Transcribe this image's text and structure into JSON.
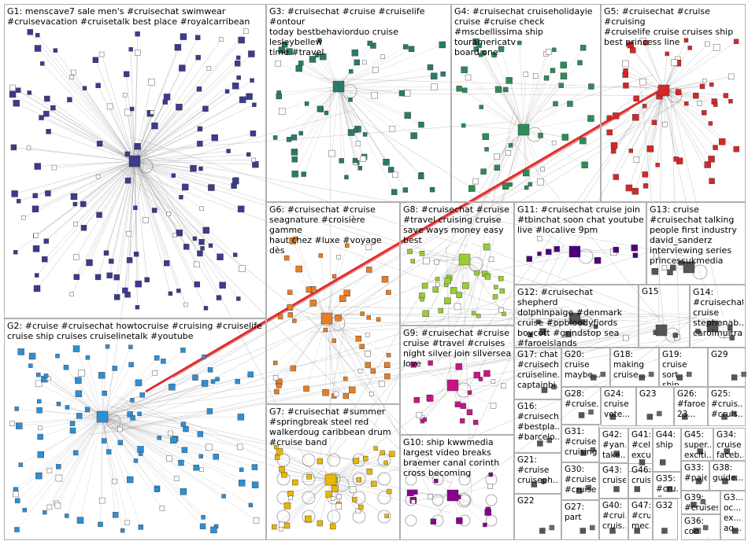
{
  "groups": [
    {
      "id": "G1",
      "label": "G1: menscave7 sale men's #cruisechat swimwear\n#cruisevacation #cruisetalk best place #royalcarribean",
      "color": "#3b3b8f"
    },
    {
      "id": "G2",
      "label": "G2: #cruise #cruisechat howtocruise #cruising #cruiselife\ncruise ship cruises cruiselinetalk #youtube",
      "color": "#2d8fd5"
    },
    {
      "id": "G3",
      "label": "G3: #cruisechat #cruise #cruiselife #ontour\ntoday bestbehaviorduo cruise lesleybellew\ntime #travel",
      "color": "#2a7a6a"
    },
    {
      "id": "G4",
      "label": "G4: #cruisechat cruiseholidayie\ncruise #cruise check\n#mscbellissima ship touramericatv\nboard one",
      "color": "#2e8b57"
    },
    {
      "id": "G5",
      "label": "G5: #cruisechat #cruise #cruising\n#cruiselife cruise cruises ship\nbest princess line",
      "color": "#d62728"
    },
    {
      "id": "G6",
      "label": "G6: #cruisechat #cruise\nseagnature #croisière gamme\nhaut chez #luxe #voyage dès",
      "color": "#e67e22"
    },
    {
      "id": "G7",
      "label": "G7: #cruisechat #summer\n#springbreak steel red\nwalkerdoug caribbean drum\n#cruise band",
      "color": "#e6b800"
    },
    {
      "id": "G8",
      "label": "G8: #cruisechat #cruise\n#travel cruising cruise\nsave ways money easy\nbest",
      "color": "#9acd32"
    },
    {
      "id": "G9",
      "label": "G9: #cruisechat #cruise\ncruise #travel #cruises\nnight silver join silversea\nlove",
      "color": "#c71585"
    },
    {
      "id": "G10",
      "label": "G10: ship kwwmedia\nlargest video breaks\nbraemer canal corinth\ncross becoming",
      "color": "#8b008b"
    },
    {
      "id": "G11",
      "label": "G11: #cruisechat cruise join\n#tbinchat soon chat youtube\nlive #localive 9pm",
      "color": "#4b0082"
    },
    {
      "id": "G12",
      "label": "G12: #cruisechat shepherd\ndolphinpaige #denmark\ncruise #opbloodyfjords\nboycott #grindstop sea\n#faroeislands",
      "color": "#555555"
    },
    {
      "id": "G13",
      "label": "G13: cruise\n#cruisechat talking\npeople first industry\ndavid_sanderz\ninterviewing series\nprincessukmedia",
      "color": "#555555"
    },
    {
      "id": "G14",
      "label": "G14:\n#cruisechat\ncruise\nstephenab...\ncarolmultra...",
      "color": "#555555"
    },
    {
      "id": "G15",
      "label": "G15",
      "color": "#555555"
    },
    {
      "id": "G16",
      "label": "G16:\n#cruisech...\n#bestpla...\n#barcelo...",
      "color": "#555555"
    },
    {
      "id": "G17",
      "label": "G17: chat\n#cruisech...\ncruiseline...\ncaptainbi...",
      "color": "#555555"
    },
    {
      "id": "G18",
      "label": "G18:\nmaking\ncruise...",
      "color": "#555555"
    },
    {
      "id": "G19",
      "label": "G19:\ncruise sort\nship...",
      "color": "#555555"
    },
    {
      "id": "G20",
      "label": "G20:\ncruise\nmaybe...",
      "color": "#555555"
    },
    {
      "id": "G21",
      "label": "G21:\n#cruise\ncruiseph...",
      "color": "#555555"
    },
    {
      "id": "G22",
      "label": "G22",
      "color": "#555555"
    },
    {
      "id": "G23",
      "label": "G23",
      "color": "#555555"
    },
    {
      "id": "G24",
      "label": "G24:\ncruise\nvote...",
      "color": "#555555"
    },
    {
      "id": "G25",
      "label": "G25:\n#cruis...\n#cruis...",
      "color": "#555555"
    },
    {
      "id": "G26",
      "label": "G26:\n#faroei...\n23...",
      "color": "#555555"
    },
    {
      "id": "G27",
      "label": "G27:\npart",
      "color": "#555555"
    },
    {
      "id": "G28",
      "label": "G28:\n#cruise...",
      "color": "#555555"
    },
    {
      "id": "G29",
      "label": "G29",
      "color": "#555555"
    },
    {
      "id": "G30",
      "label": "G30:\n#cruise\n#cruise...",
      "color": "#555555"
    },
    {
      "id": "G31",
      "label": "G31:\n#cruise...\ncruising",
      "color": "#555555"
    },
    {
      "id": "G32",
      "label": "G32",
      "color": "#555555"
    },
    {
      "id": "G33",
      "label": "G33:\n#paje...",
      "color": "#555555"
    },
    {
      "id": "G34",
      "label": "G34:\ncruise\nfaceb...",
      "color": "#555555"
    },
    {
      "id": "G35",
      "label": "G35:\n#cru...\n#cru...",
      "color": "#555555"
    },
    {
      "id": "G36",
      "label": "G36: cool\ncarpet...",
      "color": "#555555"
    },
    {
      "id": "G37",
      "label": "G3...\noc...\nex...\naq...",
      "color": "#555555"
    },
    {
      "id": "G38",
      "label": "G38:\nguide...",
      "color": "#555555"
    },
    {
      "id": "G39",
      "label": "G39:\n#cruises...",
      "color": "#555555"
    },
    {
      "id": "G40",
      "label": "G40:\n#crui...\ncruis...",
      "color": "#555555"
    },
    {
      "id": "G41",
      "label": "G41:\n#cel...\nexcu...",
      "color": "#555555"
    },
    {
      "id": "G42",
      "label": "G42:\n#yan...\ntake...",
      "color": "#555555"
    },
    {
      "id": "G43",
      "label": "G43:\ncruise",
      "color": "#555555"
    },
    {
      "id": "G44",
      "label": "G44:\nship",
      "color": "#555555"
    },
    {
      "id": "G45",
      "label": "G45:\nsuper...\nexciti...",
      "color": "#555555"
    },
    {
      "id": "G46",
      "label": "G46:\ncruise",
      "color": "#555555"
    },
    {
      "id": "G47",
      "label": "G47:\n#crui...\nmec...",
      "color": "#555555"
    }
  ],
  "colors": {
    "edge": "#7a7a7a",
    "box_border": "#b0b0b0",
    "highlight_edge": "#e02020"
  }
}
